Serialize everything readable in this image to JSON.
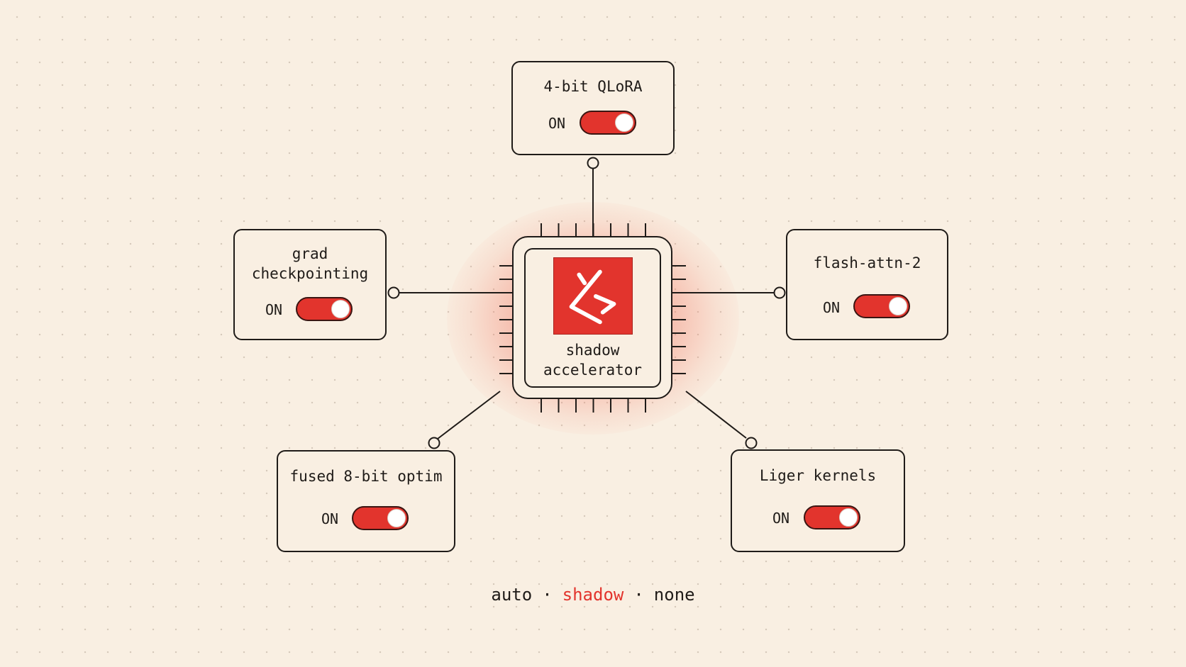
{
  "diagram": {
    "accent_color": "#e2342d",
    "background_color": "#f9efe2",
    "center": {
      "icon": "code-chevrons-logo-icon",
      "label_lines": [
        "shadow",
        "accelerator"
      ]
    },
    "features": [
      {
        "id": "qlora",
        "title_lines": [
          "4-bit QLoRA"
        ],
        "state": "ON",
        "enabled": true
      },
      {
        "id": "grad-checkpointing",
        "title_lines": [
          "grad",
          "checkpointing"
        ],
        "state": "ON",
        "enabled": true
      },
      {
        "id": "flash-attn",
        "title_lines": [
          "flash-attn-2"
        ],
        "state": "ON",
        "enabled": true
      },
      {
        "id": "fused-optim",
        "title_lines": [
          "fused 8-bit optim"
        ],
        "state": "ON",
        "enabled": true
      },
      {
        "id": "liger",
        "title_lines": [
          "Liger kernels"
        ],
        "state": "ON",
        "enabled": true
      }
    ],
    "modes": {
      "options": [
        "auto",
        "shadow",
        "none"
      ],
      "selected": "shadow",
      "separator": "·"
    }
  }
}
